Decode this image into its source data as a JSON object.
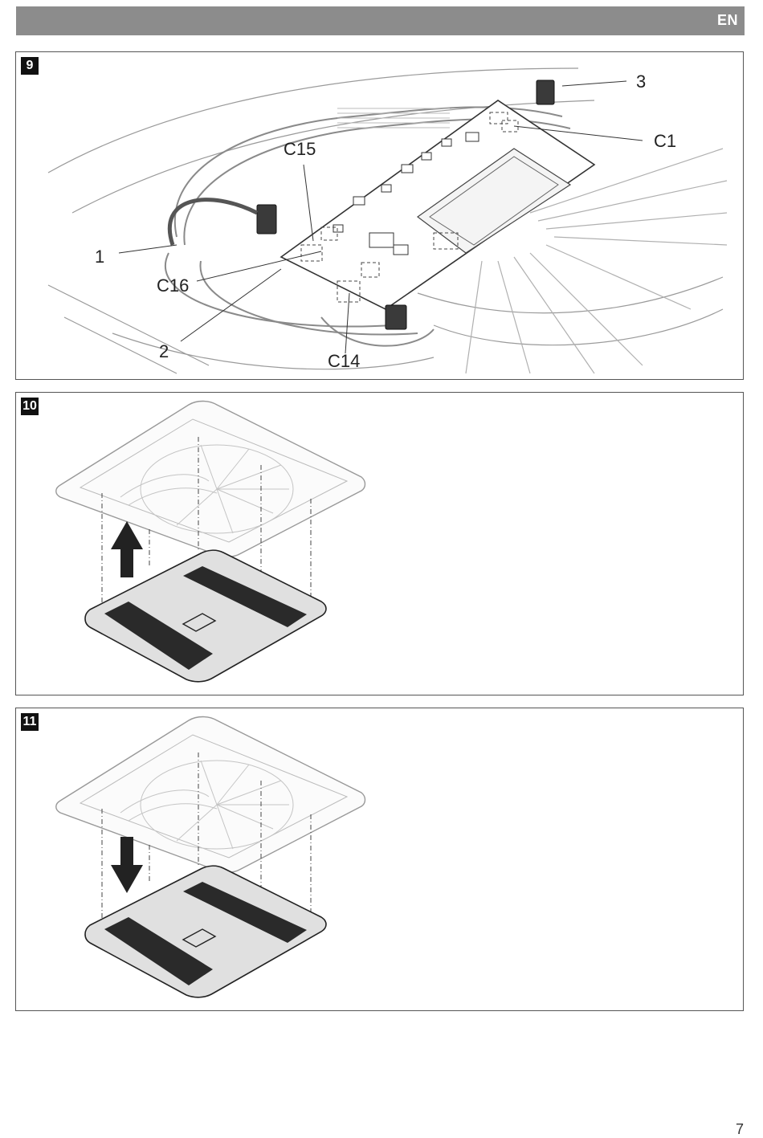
{
  "header": {
    "language": "EN"
  },
  "figures": [
    {
      "number": "9",
      "callouts": [
        "3",
        "C1",
        "C15",
        "1",
        "C16",
        "2",
        "C14"
      ]
    },
    {
      "number": "10"
    },
    {
      "number": "11"
    }
  ],
  "footer": {
    "page_number": "7"
  }
}
